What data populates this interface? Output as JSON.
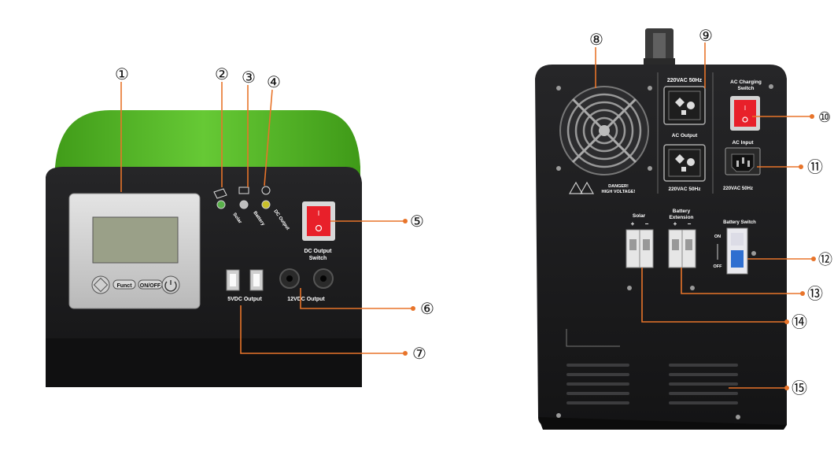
{
  "callouts": {
    "c1": "①",
    "c2": "②",
    "c3": "③",
    "c4": "④",
    "c5": "⑤",
    "c6": "⑥",
    "c7": "⑦",
    "c8": "⑧",
    "c9": "⑨",
    "c10": "⑩",
    "c11": "⑪",
    "c12": "⑫",
    "c13": "⑬",
    "c14": "⑭",
    "c15": "⑮"
  },
  "front": {
    "btn_funct": "Funct",
    "btn_onoff": "ON/OFF",
    "ind_solar": "Solar",
    "ind_battery": "Battery",
    "ind_dc": "DC Output",
    "dc_switch_1": "DC Output",
    "dc_switch_2": "Switch",
    "usb_label": "5VDC Output",
    "dc12_label": "12VDC Output"
  },
  "back": {
    "ac_out_top": "220VAC 50Hz",
    "ac_output": "AC Output",
    "ac_out_bottom": "220VAC 50Hz",
    "ac_charging_1": "AC Charging",
    "ac_charging_2": "Switch",
    "ac_input": "AC Input",
    "ac_input_rating": "220VAC 50Hz",
    "danger_1": "DANGER!",
    "danger_2": "HIGH VOLTAGE!",
    "solar": "Solar",
    "batt_ext_1": "Battery",
    "batt_ext_2": "Extension",
    "plus": "+",
    "minus": "−",
    "batt_switch": "Battery Switch",
    "on": "ON",
    "off": "OFF"
  },
  "colors": {
    "green_body": "#5cbf2a",
    "black_panel": "#1c1c1e",
    "callout": "#e8742a",
    "switch_red": "#e8202a",
    "lcd": "#9aa088"
  }
}
